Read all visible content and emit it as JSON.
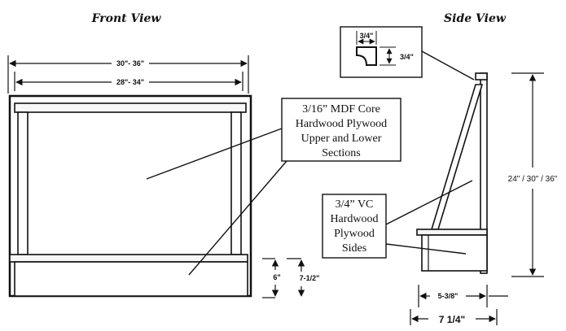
{
  "titles": {
    "front": "Front View",
    "side": "Side View"
  },
  "dimensions": {
    "overall_width": "30\"- 36\"",
    "inner_width": "28\"- 34\"",
    "shelf_height": "6\"",
    "shelf_offset": "7-1/2\"",
    "profile_width": "3/4\"",
    "profile_height": "3/4\"",
    "total_height": "24\" / 30\" / 36\"",
    "shelf_depth": "5-3/8\"",
    "base_depth": "7 1/4\""
  },
  "callouts": {
    "core": [
      "3/16” MDF Core",
      "Hardwood Plywood",
      "Upper and Lower",
      "Sections"
    ],
    "sides": [
      "3/4” VC",
      "Hardwood",
      "Plywood",
      "Sides"
    ]
  },
  "colors": {
    "line": "#111111",
    "wood_fill": "#f7f7f7"
  }
}
